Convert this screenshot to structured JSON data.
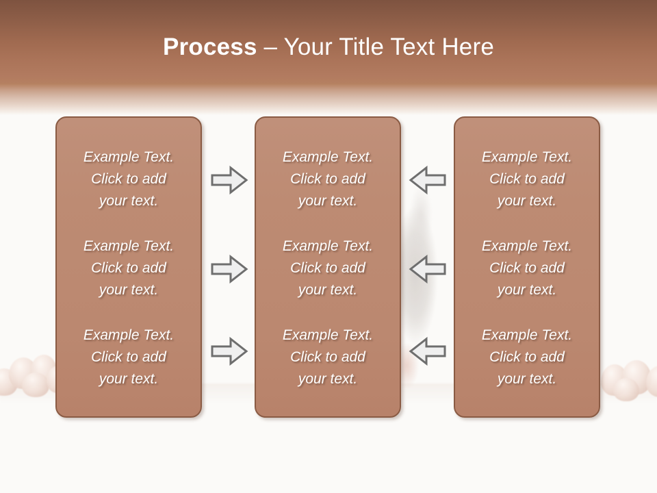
{
  "slide": {
    "title_bold": "Process",
    "title_rest": " – Your Title Text Here",
    "background_color": "#fbfaf8",
    "header_top_color": "#7e5340",
    "header_bottom_color": "#b58061",
    "box_fill_color": "#bd8b73",
    "box_border_color": "#8a5b44",
    "arrow_fill_color": "#eeeeee",
    "arrow_border_color": "#6e6e6e",
    "text_color": "#ffffff"
  },
  "columns": [
    {
      "name": "column-1",
      "items": [
        "Example Text.\nClick  to add\nyour text.",
        "Example Text.\nClick  to add\nyour text.",
        "Example Text.\nClick  to add\nyour text."
      ]
    },
    {
      "name": "column-2",
      "items": [
        "Example Text.\nClick  to add\nyour text.",
        "Example Text.\nClick  to add\nyour text.",
        "Example Text.\nClick  to add\nyour text."
      ]
    },
    {
      "name": "column-3",
      "items": [
        "Example Text.\nClick  to add\nyour text.",
        "Example Text.\nClick  to add\nyour text.",
        "Example Text.\nClick  to add\nyour text."
      ]
    }
  ],
  "arrows": {
    "right": [
      "arrow-right-icon",
      "arrow-right-icon",
      "arrow-right-icon"
    ],
    "left": [
      "arrow-left-icon",
      "arrow-left-icon",
      "arrow-left-icon"
    ]
  }
}
